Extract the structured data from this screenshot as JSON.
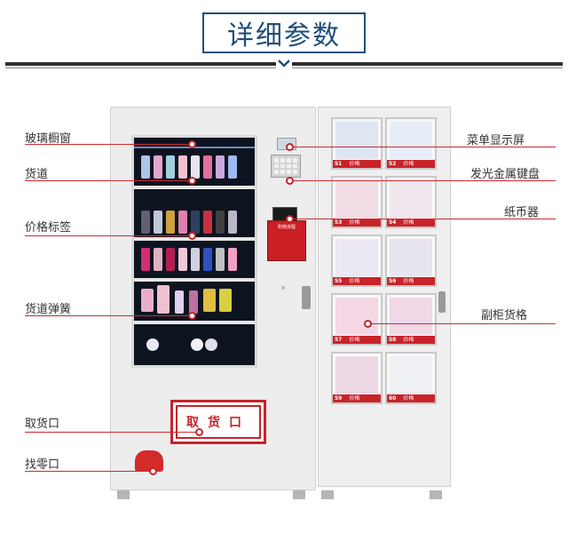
{
  "header": {
    "title": "详细参数"
  },
  "labels_left": [
    {
      "key": "glass_window",
      "text": "玻璃橱窗"
    },
    {
      "key": "aisle",
      "text": "货道"
    },
    {
      "key": "price_tag",
      "text": "价格标签"
    },
    {
      "key": "aisle_spring",
      "text": "货道弹簧"
    },
    {
      "key": "pickup_port",
      "text": "取货口"
    },
    {
      "key": "change_port",
      "text": "找零口"
    }
  ],
  "labels_right": [
    {
      "key": "menu_display",
      "text": "菜单显示屏"
    },
    {
      "key": "metal_keypad",
      "text": "发光金属键盘"
    },
    {
      "key": "bill_acceptor",
      "text": "纸币器"
    },
    {
      "key": "side_cabinet",
      "text": "副柜货格"
    }
  ],
  "machine": {
    "pickup_label": "取货口",
    "poster_title": "购物流程",
    "cells": [
      {
        "num": "51",
        "price": "价格"
      },
      {
        "num": "52",
        "price": "价格"
      },
      {
        "num": "53",
        "price": "价格"
      },
      {
        "num": "54",
        "price": "价格"
      },
      {
        "num": "55",
        "price": "价格"
      },
      {
        "num": "56",
        "price": "价格"
      },
      {
        "num": "57",
        "price": "价格"
      },
      {
        "num": "58",
        "price": "价格"
      },
      {
        "num": "59",
        "price": "价格"
      },
      {
        "num": "60",
        "price": "价格"
      }
    ]
  },
  "colors": {
    "accent_red": "#c4242a",
    "header_blue": "#1f4e7a"
  }
}
